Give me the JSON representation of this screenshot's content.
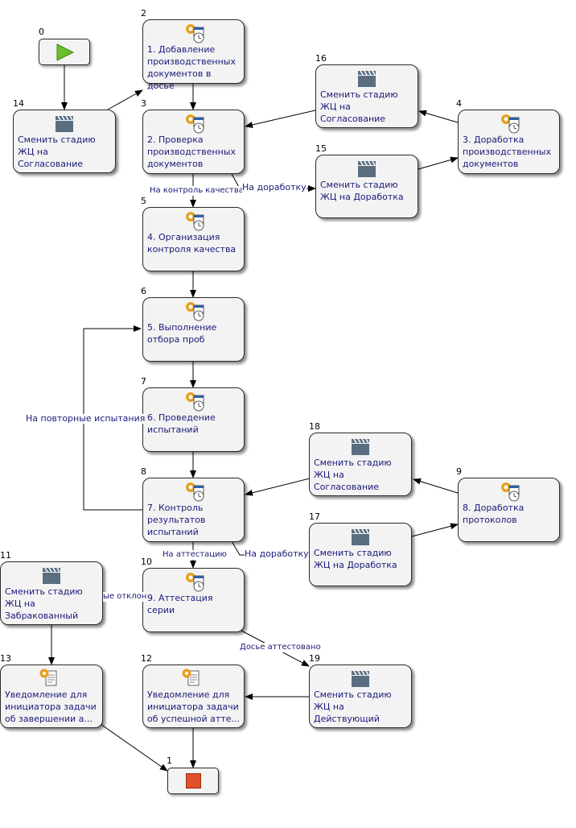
{
  "nodes": [
    {
      "id": "n0",
      "num": "0",
      "type": "start",
      "label": ""
    },
    {
      "id": "n1",
      "num": "1",
      "type": "end",
      "label": ""
    },
    {
      "id": "n2",
      "num": "2",
      "type": "task",
      "label": "1. Добавление производственных документов в досье"
    },
    {
      "id": "n3",
      "num": "3",
      "type": "task",
      "label": "2. Проверка производственных документов"
    },
    {
      "id": "n4",
      "num": "4",
      "type": "task",
      "label": "3. Доработка производственных документов"
    },
    {
      "id": "n5",
      "num": "5",
      "type": "task",
      "label": "4. Организация контроля качества"
    },
    {
      "id": "n6",
      "num": "6",
      "type": "task",
      "label": "5. Выполнение отбора проб"
    },
    {
      "id": "n7",
      "num": "7",
      "type": "task",
      "label": "6. Проведение испытаний"
    },
    {
      "id": "n8",
      "num": "8",
      "type": "task",
      "label": "7. Контроль результатов испытаний"
    },
    {
      "id": "n9",
      "num": "9",
      "type": "task",
      "label": "8. Доработка протоколов"
    },
    {
      "id": "n10",
      "num": "10",
      "type": "task",
      "label": "9. Аттестация серии"
    },
    {
      "id": "n11",
      "num": "11",
      "type": "stage",
      "label": "Сменить стадию ЖЦ на Забракованный"
    },
    {
      "id": "n12",
      "num": "12",
      "type": "notify",
      "label": "Уведомление для инициатора задачи об успешной атте..."
    },
    {
      "id": "n13",
      "num": "13",
      "type": "notify",
      "label": "Уведомление для инициатора задачи об завершении а..."
    },
    {
      "id": "n14",
      "num": "14",
      "type": "stage",
      "label": "Сменить стадию ЖЦ на Согласование"
    },
    {
      "id": "n15",
      "num": "15",
      "type": "stage",
      "label": "Сменить стадию ЖЦ на Доработка"
    },
    {
      "id": "n16",
      "num": "16",
      "type": "stage",
      "label": "Сменить стадию ЖЦ на Согласование"
    },
    {
      "id": "n17",
      "num": "17",
      "type": "stage",
      "label": "Сменить стадию ЖЦ на Доработка"
    },
    {
      "id": "n18",
      "num": "18",
      "type": "stage",
      "label": "Сменить стадию ЖЦ на Согласование"
    },
    {
      "id": "n19",
      "num": "19",
      "type": "stage",
      "label": "Сменить стадию ЖЦ на Действующий"
    }
  ],
  "edge_labels": {
    "quality_control": "На контроль качества",
    "rework_docs": "На доработку",
    "repeat_tests": "На повторные испытания",
    "to_attestation": "На аттестацию",
    "rework_protocols": "На доработку",
    "rejected": "ые отклон",
    "dossier_attested": "Досье аттестовано"
  },
  "colors": {
    "node_fill": "#f3f3f3",
    "node_border": "#2a2a2a",
    "label_text": "#1a1a7a",
    "start_icon": "#6abf2a",
    "end_icon": "#e0502a",
    "gear_icon": "#e8a020"
  },
  "icons": {
    "task": "gear-clock-icon",
    "stage": "clapperboard-icon",
    "notify": "gear-document-icon",
    "start": "play-icon",
    "end": "stop-icon"
  }
}
